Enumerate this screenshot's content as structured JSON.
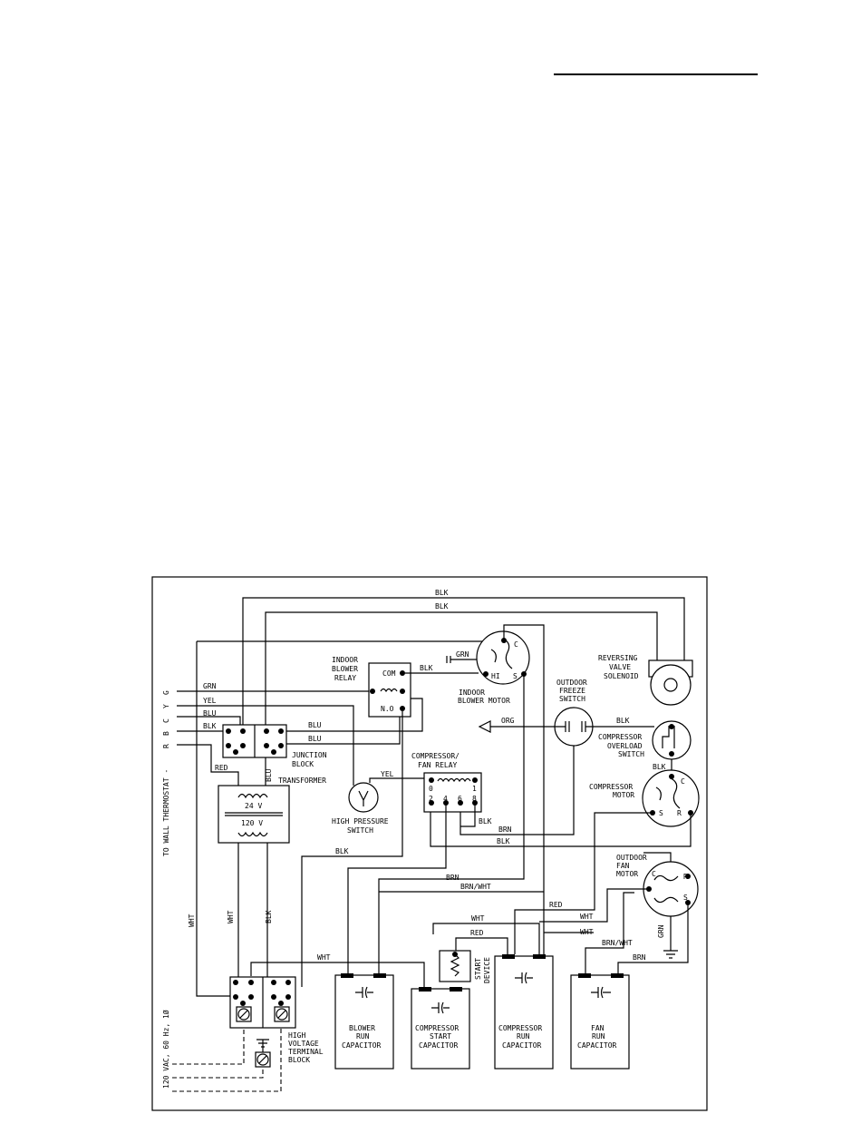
{
  "header": {
    "rule": true
  },
  "wires": {
    "blk": "BLK",
    "grn": "GRN",
    "yel": "YEL",
    "blu": "BLU",
    "red": "RED",
    "brn": "BRN",
    "wht": "WHT",
    "org": "ORG",
    "brn_wht": "BRN/WHT"
  },
  "thermostat": {
    "label": "TO WALL THERMOSTAT -",
    "terminals": [
      "G",
      "Y",
      "C",
      "B",
      "R"
    ]
  },
  "power": {
    "label": "120 VAC, 60 Hz, 1Ø"
  },
  "components": {
    "indoor_blower_relay": {
      "label": [
        "INDOOR",
        "BLOWER",
        "RELAY"
      ],
      "com": "COM",
      "no": "N.O"
    },
    "indoor_blower_motor": {
      "label": [
        "INDOOR",
        "BLOWER MOTOR"
      ],
      "c": "C",
      "hi": "HI",
      "s": "S"
    },
    "reversing_valve": {
      "label": [
        "REVERSING",
        "VALVE",
        "SOLENOID"
      ]
    },
    "outdoor_freeze_switch": {
      "label": [
        "OUTDOOR",
        "FREEZE",
        "SWITCH"
      ]
    },
    "compressor_overload": {
      "label": [
        "COMPRESSOR",
        "OVERLOAD",
        "SWITCH"
      ]
    },
    "compressor_fan_relay": {
      "label": [
        "COMPRESSOR/",
        "FAN RELAY"
      ],
      "t0": "0",
      "t1": "1",
      "t2": "2",
      "t4": "4",
      "t6": "6",
      "t8": "8"
    },
    "compressor_motor": {
      "label": [
        "COMPRESSOR",
        "MOTOR"
      ],
      "c": "C",
      "s": "S",
      "r": "R"
    },
    "junction_block": {
      "label": [
        "JUNCTION",
        "BLOCK"
      ]
    },
    "transformer": {
      "label": "TRANSFORMER",
      "secondary": "24 V",
      "primary": "120 V"
    },
    "high_pressure_switch": {
      "label": [
        "HIGH PRESSURE",
        "SWITCH"
      ]
    },
    "outdoor_fan_motor": {
      "label": [
        "OUTDOOR",
        "FAN",
        "MOTOR"
      ],
      "c": "C",
      "r": "R",
      "s": "S"
    },
    "start_device": {
      "label": [
        "START",
        "DEVICE"
      ]
    },
    "high_voltage_terminal_block": {
      "label": [
        "HIGH",
        "VOLTAGE",
        "TERMINAL",
        "BLOCK"
      ]
    },
    "blower_run_capacitor": {
      "label": [
        "BLOWER",
        "RUN",
        "CAPACITOR"
      ]
    },
    "compressor_start_capacitor": {
      "label": [
        "COMPRESSOR",
        "START",
        "CAPACITOR"
      ]
    },
    "compressor_run_capacitor": {
      "label": [
        "COMPRESSOR",
        "RUN",
        "CAPACITOR"
      ]
    },
    "fan_run_capacitor": {
      "label": [
        "FAN",
        "RUN",
        "CAPACITOR"
      ]
    }
  }
}
